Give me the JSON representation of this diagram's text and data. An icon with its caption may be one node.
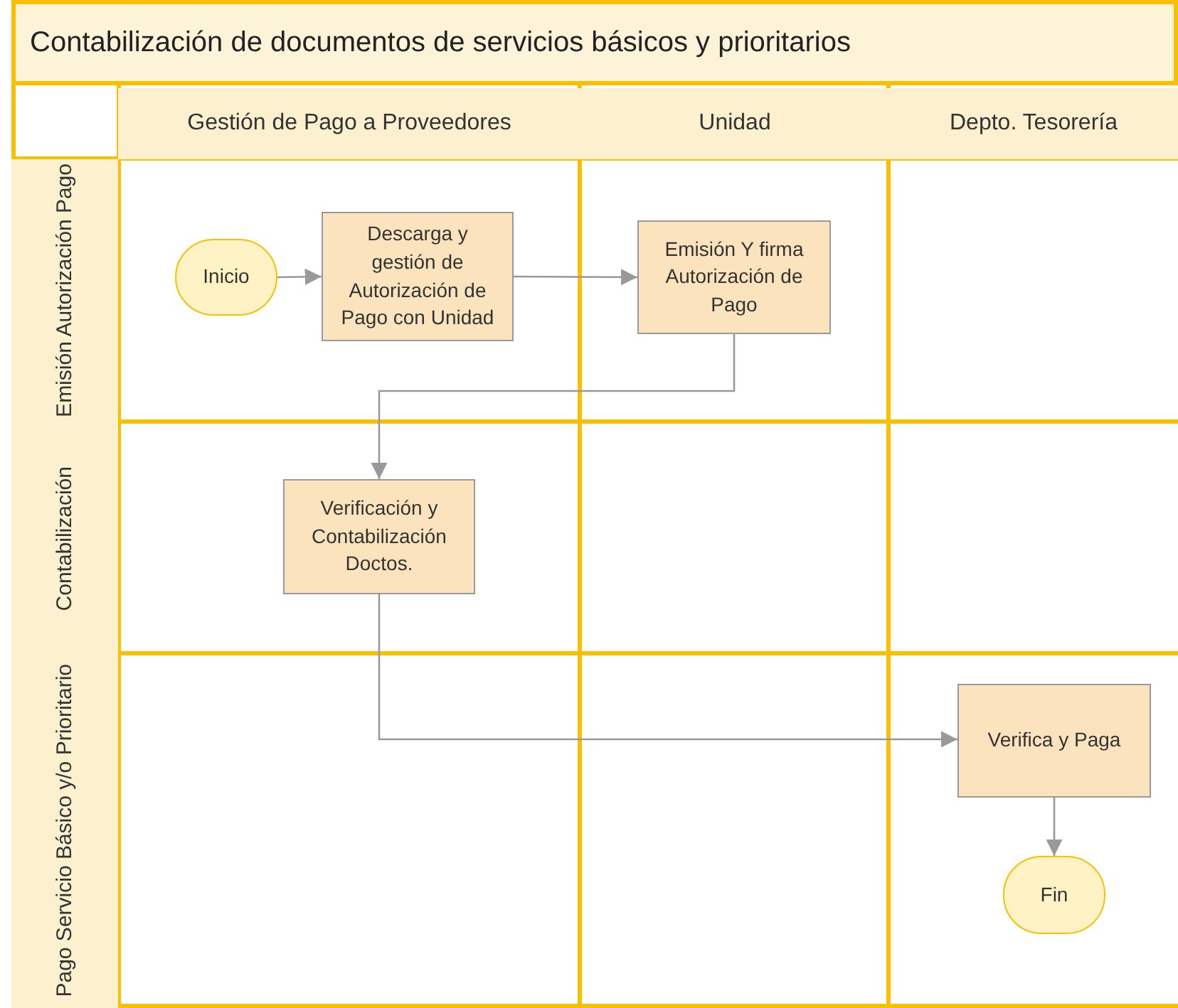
{
  "diagram": {
    "title": "Contabilización de documentos de servicios básicos y prioritarios",
    "nodes": [
      {
        "text": [
          "Gestión de Pago a Proveedores"
        ]
      },
      {
        "text": [
          "Unidad"
        ]
      },
      {
        "text": [
          "Depto. Tesorería"
        ]
      },
      {
        "text": [
          "Emisión Autorización Pago"
        ]
      },
      {
        "text": [
          "Contabilización"
        ]
      },
      {
        "text": [
          "Pago Servicio Básico y/o Prioritario"
        ]
      },
      {
        "text": [
          "Inicio"
        ]
      },
      {
        "text": [
          "Descarga y gestión de Autorización de Pago con Unidad"
        ]
      },
      {
        "text": [
          "Emisión Y firma Autorización de Pago"
        ]
      },
      {
        "text": [
          "Verificación y Contabilización Doctos."
        ]
      },
      {
        "text": [
          "Verifica y Paga"
        ]
      },
      {
        "text": [
          "Fin"
        ]
      }
    ],
    "edges": [
      {
        "from": 6,
        "to": 7,
        "arrow": "to"
      },
      {
        "from": 7,
        "to": 8,
        "arrow": "to"
      },
      {
        "from": 8,
        "to": 9,
        "arrow": "to"
      },
      {
        "from": 9,
        "to": 10,
        "arrow": "to"
      },
      {
        "from": 10,
        "to": 11,
        "arrow": "to"
      }
    ]
  }
}
